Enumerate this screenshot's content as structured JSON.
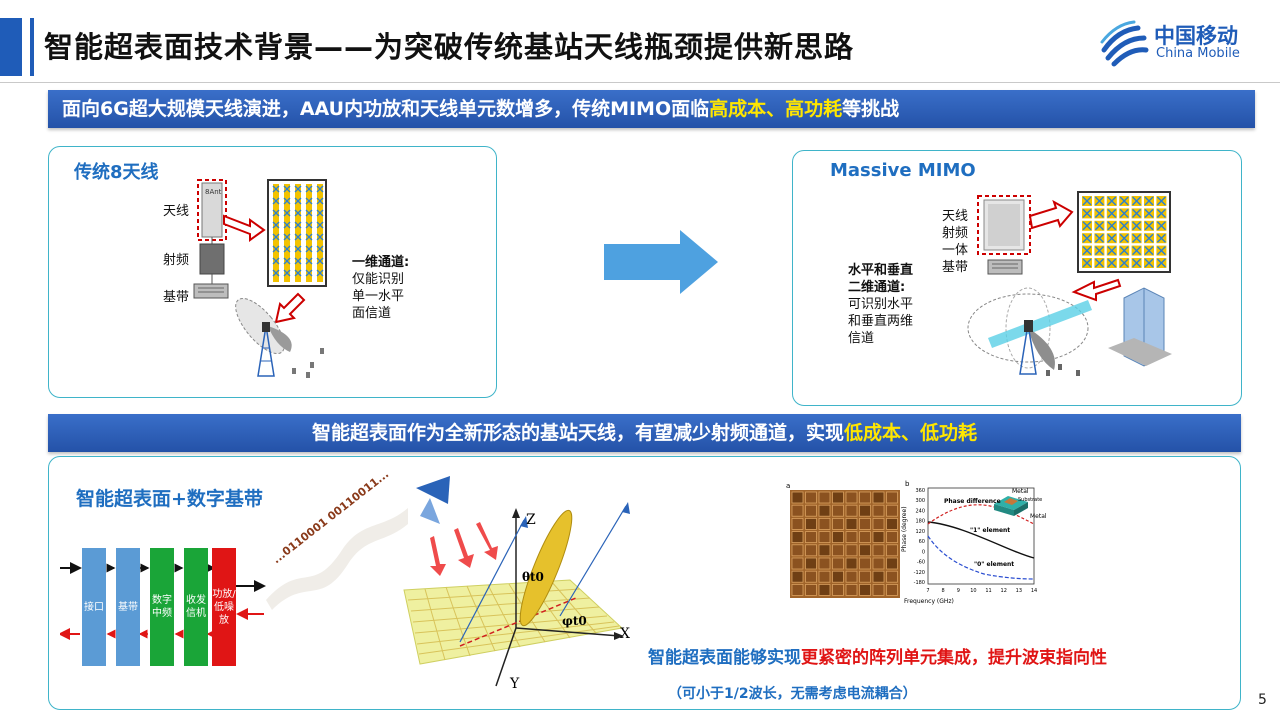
{
  "header": {
    "title": "智能超表面技术背景——为突破传统基站天线瓶颈提供新思路",
    "logo_cn": "中国移动",
    "logo_en": "China Mobile"
  },
  "banner1": {
    "prefix": "面向6G超大规模天线演进，AAU内功放和天线单元数增多，传统MIMO面临",
    "highlight": "高成本、高功耗",
    "suffix": "等挑战"
  },
  "left_panel": {
    "title": "传统8天线",
    "labels": {
      "antenna": "天线",
      "rf": "射频",
      "baseband": "基带"
    },
    "note_title": "一维通道:",
    "note_lines": [
      "仅能识别",
      "单一水平",
      "面信道"
    ]
  },
  "right_panel": {
    "title": "Massive MIMO",
    "integrated_lines": [
      "天线",
      "射频",
      "一体"
    ],
    "baseband": "基带",
    "note_title_lines": [
      "水平和垂直",
      "二维通道:"
    ],
    "note_lines": [
      "可识别水平",
      "和垂直两维",
      "信道"
    ]
  },
  "banner2": {
    "prefix": "智能超表面作为全新形态的基站天线，有望减少射频通道，实现",
    "highlight": "低成本、低功耗"
  },
  "bottom_panel": {
    "title": "智能超表面+数字基带",
    "flow_blocks": [
      "接口",
      "基带",
      "数字中频",
      "收发信机",
      "功放/低噪放"
    ],
    "bitstream": "...0110001 00110011...",
    "axis_labels": {
      "z": "Z",
      "x": "X",
      "y": "Y",
      "theta": "θt0",
      "phi": "φt0"
    },
    "graph": {
      "panel_a_label": "a",
      "panel_b_label": "b",
      "yticks": [
        "360",
        "300",
        "240",
        "180",
        "120",
        "60",
        "0",
        "-60",
        "-120",
        "-180"
      ],
      "xticks": [
        "7",
        "8",
        "9",
        "10",
        "11",
        "12",
        "13",
        "14"
      ],
      "xlabel": "Frequency (GHz)",
      "ylabel": "Phase (degree)",
      "legend_phase": "Phase difference",
      "legend_one": "\"1\" element",
      "legend_zero": "\"0\" element",
      "inset_top": "Metal",
      "inset_mid": "Substrate",
      "inset_bottom": "Metal"
    },
    "caption_prefix": "智能超表面能够实现",
    "caption_red": "更紧密的阵列单元集成，提升波束指向性",
    "caption_note": "（可小于1/2波长，无需考虑电流耦合）"
  },
  "page_number": "5",
  "colors": {
    "accent": "#1f5cb8",
    "banner": "#2f63bd",
    "highlight": "#ffe600",
    "panel_border": "#3fb4c9",
    "red": "#e01515",
    "green_block": "#1aa538",
    "blue_block": "#5b9bd5"
  }
}
